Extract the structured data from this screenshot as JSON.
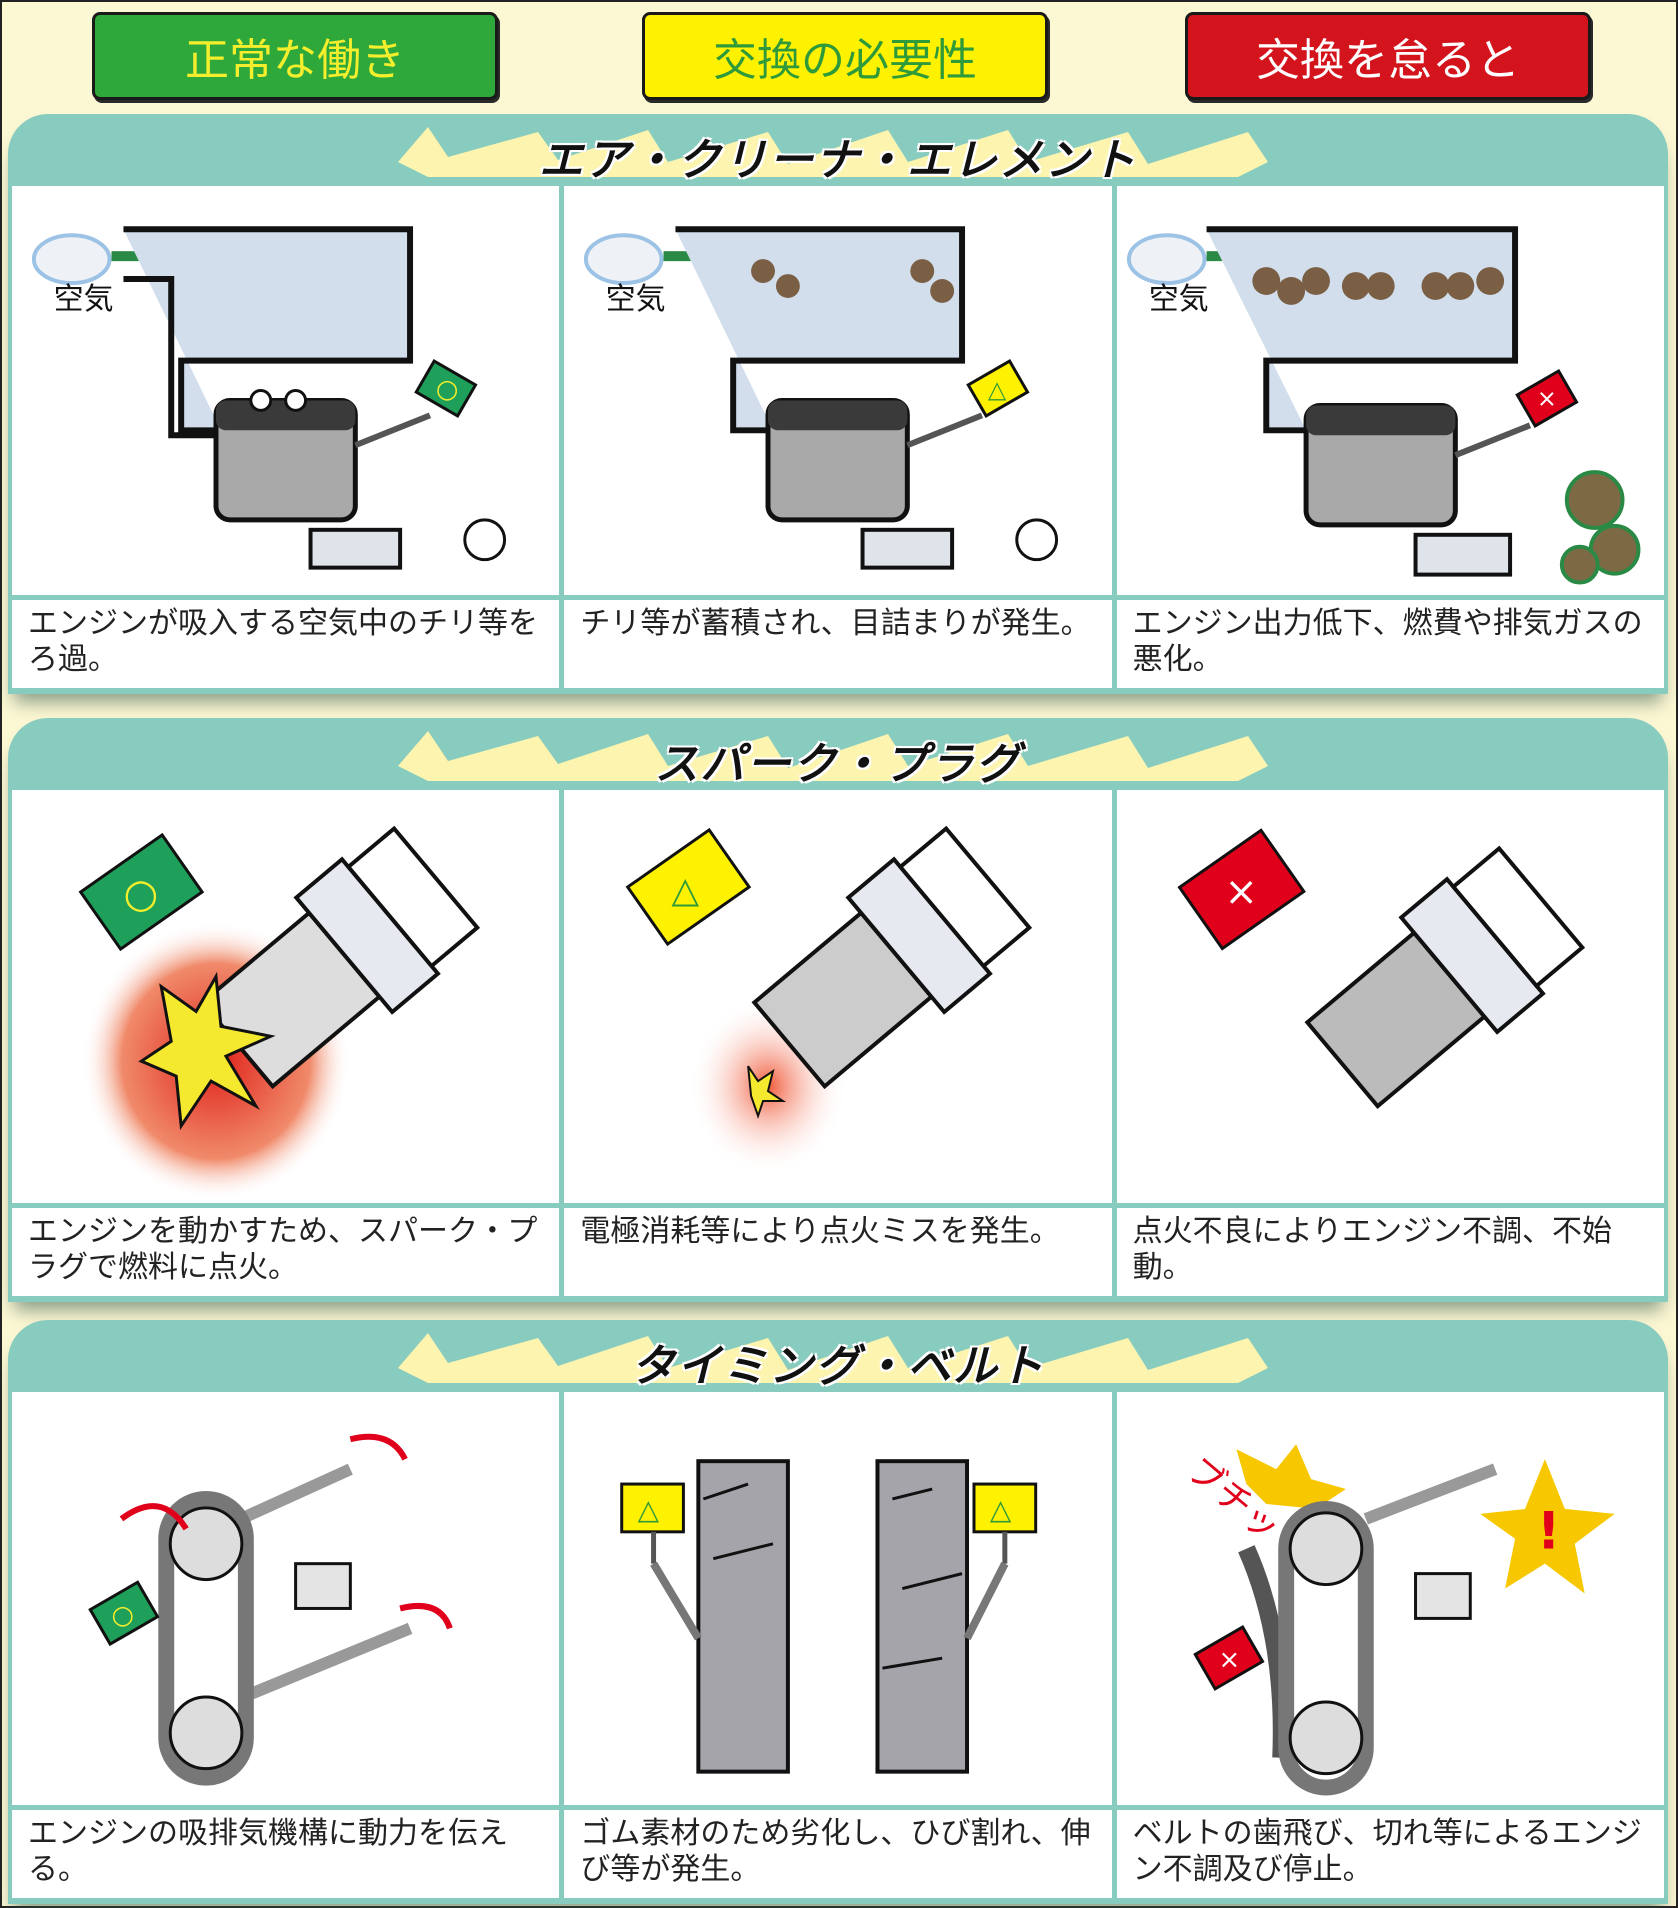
{
  "legend": [
    {
      "label": "正常な働き",
      "bg": "#2ea83a",
      "fg": "#f4ee2c"
    },
    {
      "label": "交換の必要性",
      "bg": "#fff200",
      "fg": "#2f9a3a"
    },
    {
      "label": "交換を怠ると",
      "bg": "#d4141d",
      "fg": "#ffffff"
    }
  ],
  "sections": [
    {
      "title": "エア・クリーナ・エレメント",
      "cells": [
        {
          "status": "ok",
          "sign": "○",
          "air_label": "空気",
          "caption": "エンジンが吸入する空気中のチリ等をろ過。"
        },
        {
          "status": "warn",
          "sign": "△",
          "air_label": "空気",
          "caption": "チリ等が蓄積され、目詰まりが発生。"
        },
        {
          "status": "bad",
          "sign": "×",
          "air_label": "空気",
          "caption": "エンジン出力低下、燃費や排気ガスの悪化。"
        }
      ]
    },
    {
      "title": "スパーク・プラグ",
      "cells": [
        {
          "status": "ok",
          "sign": "○",
          "caption": "エンジンを動かすため、スパーク・プラグで燃料に点火。"
        },
        {
          "status": "warn",
          "sign": "△",
          "caption": "電極消耗等により点火ミスを発生。"
        },
        {
          "status": "bad",
          "sign": "×",
          "caption": "点火不良によりエンジン不調、不始動。"
        }
      ]
    },
    {
      "title": "タイミング・ベルト",
      "cells": [
        {
          "status": "ok",
          "sign": "○",
          "caption": "エンジンの吸排気機構に動力を伝える。"
        },
        {
          "status": "warn",
          "sign": "△",
          "caption": "ゴム素材のため劣化し、ひび割れ、伸び等が発生。"
        },
        {
          "status": "bad",
          "sign": "×",
          "sound_effect": "ブチッ",
          "alert": "!",
          "caption": "ベルトの歯飛び、切れ等によるエンジン不調及び停止。"
        }
      ]
    }
  ],
  "colors": {
    "ok": "#1fa05a",
    "warn": "#fff200",
    "bad": "#e0001b",
    "panel": "#88cbbf",
    "page": "#fdf8d4",
    "banner_stroke": "#fdf4b0"
  }
}
